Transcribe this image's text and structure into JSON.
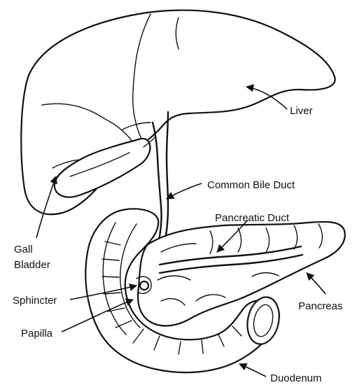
{
  "labels": {
    "liver": "Liver",
    "common_bile_duct": "Common Bile Duct",
    "pancreatic_duct": "Pancreatic Duct",
    "gall_bladder_line1": "Gall",
    "gall_bladder_line2": "Bladder",
    "sphincter": "Sphincter",
    "papilla": "Papilla",
    "pancreas": "Pancreas",
    "duodenum": "Duodenum"
  }
}
